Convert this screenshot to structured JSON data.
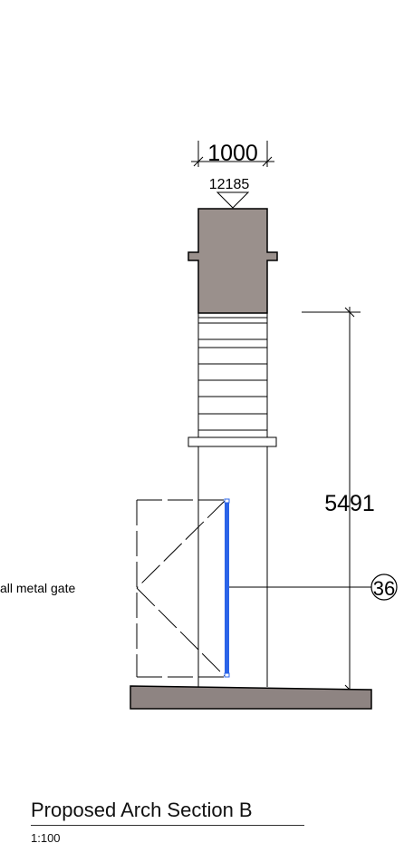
{
  "drawing": {
    "dimension_top": "1000",
    "level_marker": "12185",
    "dimension_height": "5491",
    "callout_number": "36",
    "gate_label": "all metal gate"
  },
  "title_block": {
    "title": "Proposed Arch Section B",
    "scale": "1:100"
  },
  "colors": {
    "masonry_fill": "#9a908c",
    "base_fill": "#8e8482",
    "gate_highlight": "#2b64e8",
    "line": "#000000"
  }
}
